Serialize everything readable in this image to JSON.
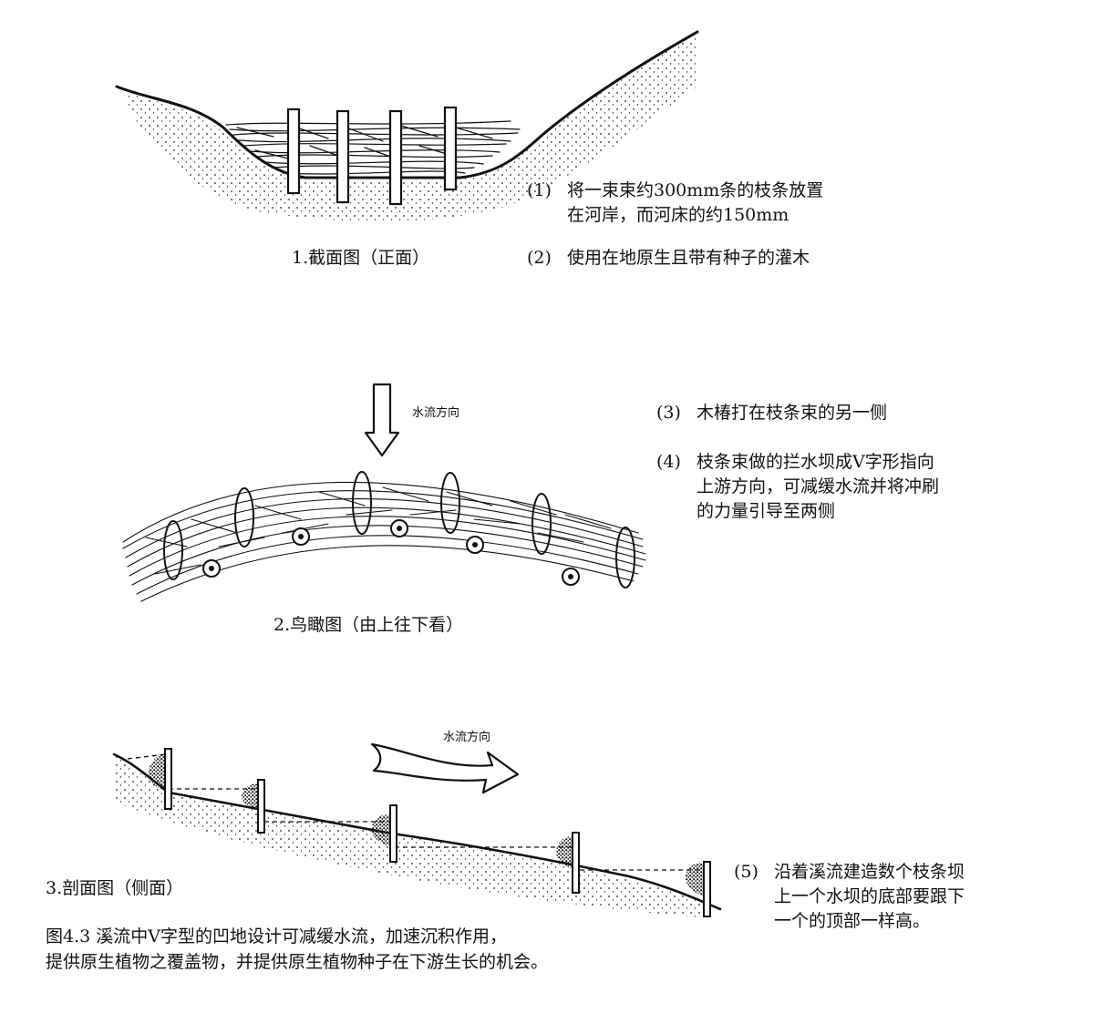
{
  "panel1": {
    "label": "1.截面图（正面）",
    "notes": [
      {
        "num": "(1)",
        "line1": "将一束束约300mm条的枝条放置",
        "line2": "在河岸，而河床的约150mm"
      },
      {
        "num": "(2)",
        "line1": "使用在地原生且带有种子的灌木",
        "line2": ""
      }
    ]
  },
  "panel2": {
    "label": "2.鸟瞰图（由上往下看）",
    "flow_label": "水流方向",
    "notes": [
      {
        "num": "(3)",
        "line1": "木椿打在枝条束的另一侧",
        "line2": ""
      },
      {
        "num": "(4)",
        "line1": "枝条束做的拦水坝成V字形指向",
        "line2": "上游方向，可减缓水流并将冲刷",
        "line3": "的力量引导至两侧"
      }
    ]
  },
  "panel3": {
    "label": "3.剖面图（侧面）",
    "flow_label": "水流方向",
    "notes": [
      {
        "num": "(5)",
        "line1": "沿着溪流建造数个枝条坝",
        "line2": "上一个水坝的底部要跟下",
        "line3": "一个的顶部一样高。"
      }
    ]
  },
  "figure_caption": {
    "line1": "图4.3 溪流中V字型的凹地设计可减缓水流，加速沉积作用，",
    "line2": "提供原生植物之覆盖物，并提供原生植物种子在下游生长的机会。"
  }
}
